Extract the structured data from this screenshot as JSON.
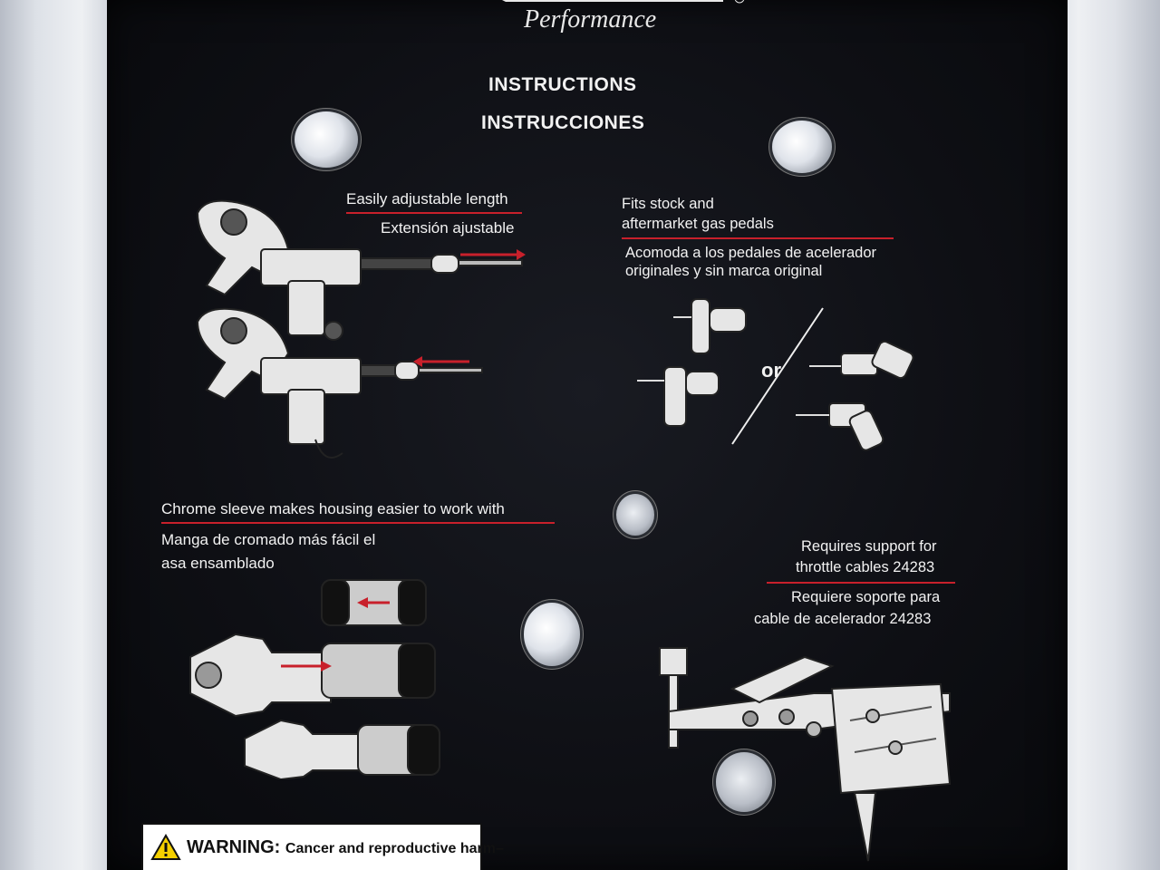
{
  "header": {
    "brand_sub": "Performance",
    "title_en": "INSTRUCTIONS",
    "title_es": "INSTRUCCIONES"
  },
  "sections": {
    "length": {
      "en": "Easily adjustable length",
      "es": "Extensión ajustable"
    },
    "pedals": {
      "en1": "Fits stock and",
      "en2": "aftermarket gas pedals",
      "es1": "Acomoda a los pedales de acelerador",
      "es2": "originales y sin marca original",
      "or": "or"
    },
    "sleeve": {
      "en": "Chrome sleeve makes housing easier to work with",
      "es1": "Manga de cromado más fácil el",
      "es2": "asa ensamblado"
    },
    "support": {
      "en1": "Requires support for",
      "en2": "throttle cables 24283",
      "es1": "Requiere soporte para",
      "es2": "cable de acelerador 24283"
    }
  },
  "warning": {
    "label": "WARNING:",
    "text": "Cancer and reproductive harm–"
  },
  "colors": {
    "card": "#0e0f14",
    "accent": "#c8202b",
    "text": "#f2f2f2"
  }
}
